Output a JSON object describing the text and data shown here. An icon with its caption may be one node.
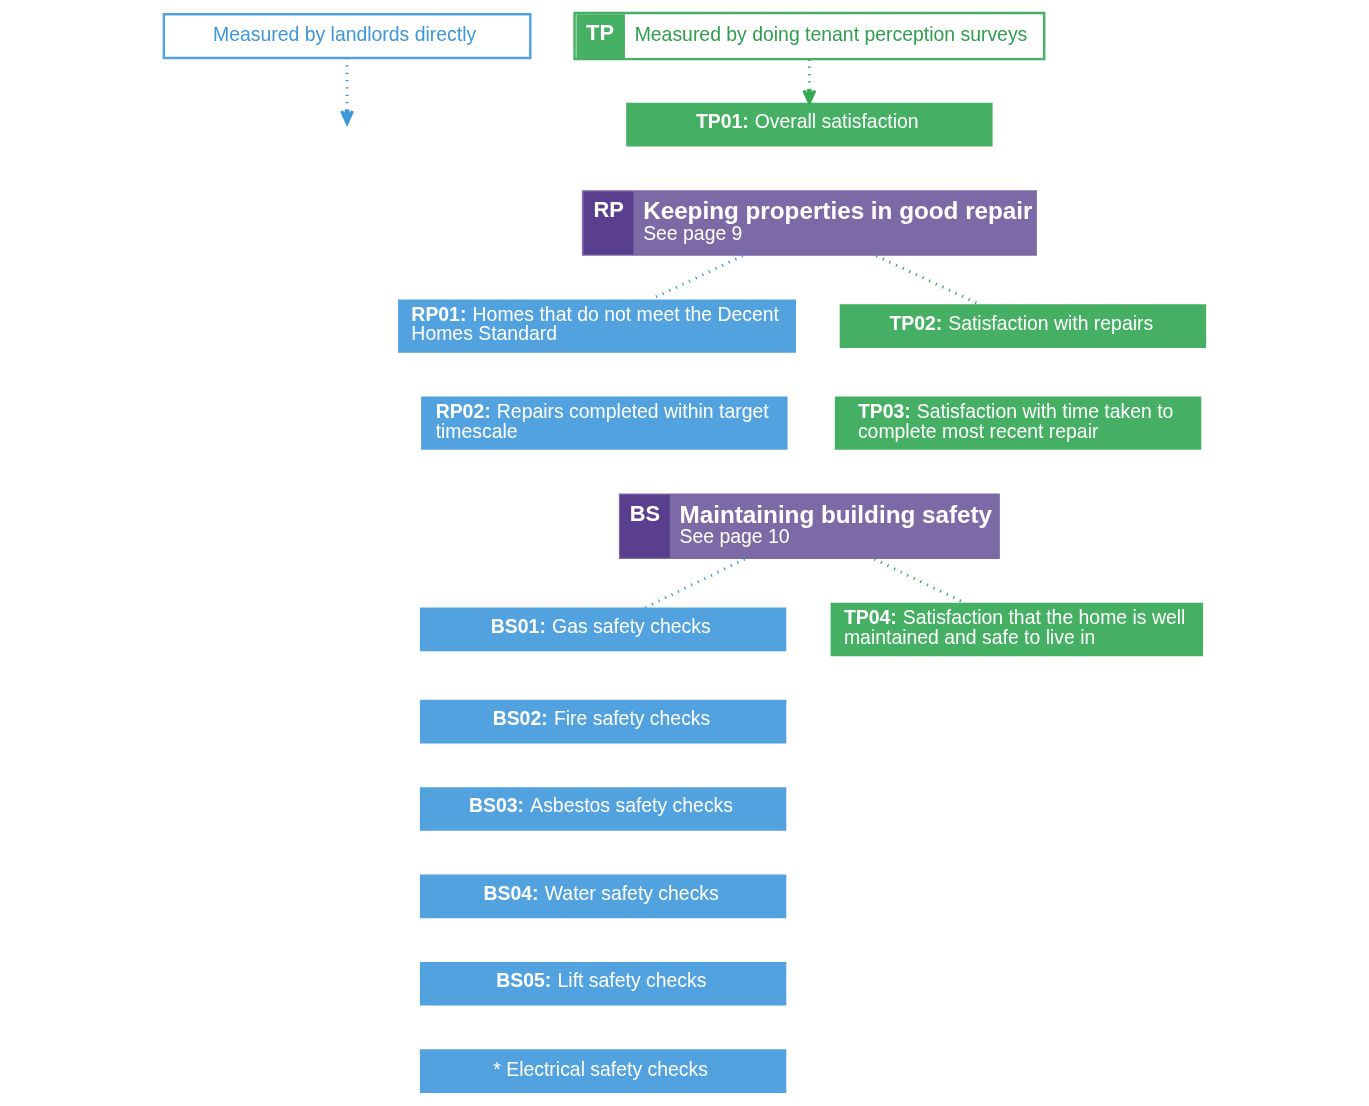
{
  "diagram": {
    "nodes": [
      {
        "text": [
          "Measured by landlords directly"
        ]
      },
      {
        "text": [
          "TP",
          "Measured by doing tenant perception surveys"
        ]
      },
      {
        "text": [
          "**TP01:** Overall satisfaction"
        ]
      },
      {
        "text": [
          "RP",
          "Keeping properties in good repair",
          "See page 9"
        ]
      },
      {
        "text": [
          "**RP01:** Homes that do not meet the Decent Homes Standard"
        ]
      },
      {
        "text": [
          "**RP02:** Repairs completed within target timescale"
        ]
      },
      {
        "text": [
          "**TP02:** Satisfaction with repairs"
        ]
      },
      {
        "text": [
          "**TP03:** Satisfaction with time taken to complete most recent repair"
        ]
      },
      {
        "text": [
          "BS",
          "Maintaining building safety",
          "See page 10"
        ]
      },
      {
        "text": [
          "**BS01:** Gas safety checks"
        ]
      },
      {
        "text": [
          "**BS02:** Fire safety checks"
        ]
      },
      {
        "text": [
          "**BS03:** Asbestos safety checks"
        ]
      },
      {
        "text": [
          "**BS04:** Water safety checks"
        ]
      },
      {
        "text": [
          "**BS05:** Lift safety checks"
        ]
      },
      {
        "text": [
          "* Electrical safety checks"
        ]
      },
      {
        "text": [
          "**TP04:** Satisfaction that the home is well maintained and safe to live in"
        ]
      }
    ],
    "edges": [
      {
        "from": 0,
        "to": null,
        "arrow": "to",
        "style": "dashed",
        "color": "#3d97d9"
      },
      {
        "from": 1,
        "to": 2,
        "arrow": "to",
        "style": "dashed",
        "color": "#34a853"
      },
      {
        "from": 3,
        "to": 4,
        "arrow": "none",
        "style": "dashed",
        "color": "#3d97d9"
      },
      {
        "from": 3,
        "to": 6,
        "arrow": "none",
        "style": "dashed",
        "color": "#34a853"
      },
      {
        "from": 8,
        "to": 9,
        "arrow": "none",
        "style": "dashed",
        "color": "#3d97d9"
      },
      {
        "from": 8,
        "to": 15,
        "arrow": "none",
        "style": "dashed",
        "color": "#34a853"
      }
    ]
  }
}
